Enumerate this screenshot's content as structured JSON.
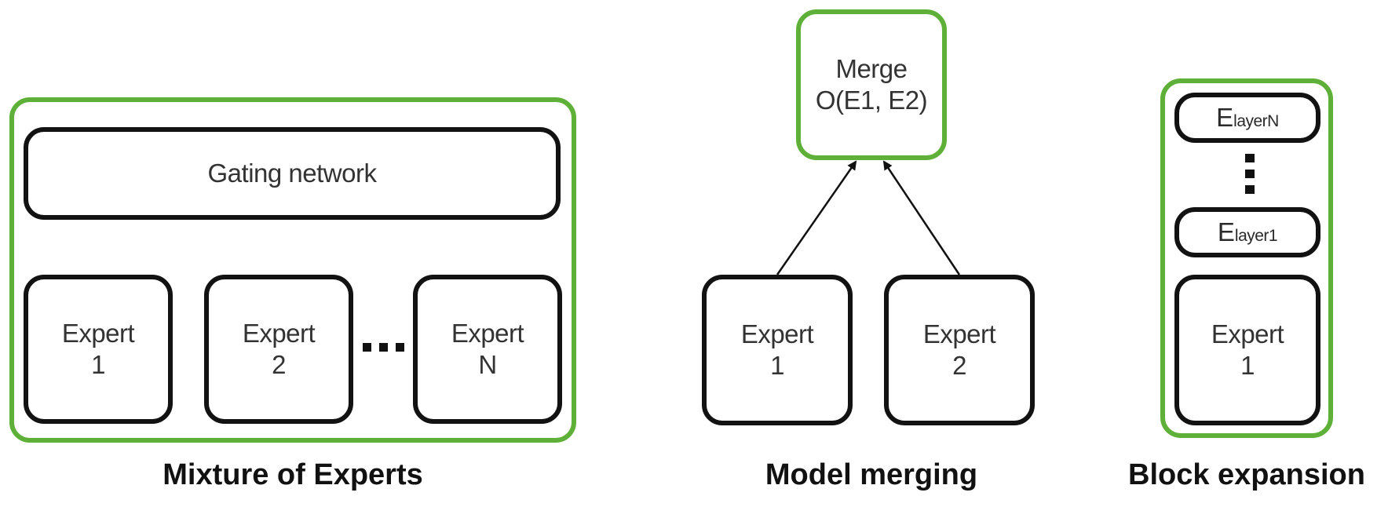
{
  "moe": {
    "caption": "Mixture of Experts",
    "gating_label": "Gating network",
    "experts": [
      {
        "line1": "Expert",
        "line2": "1"
      },
      {
        "line1": "Expert",
        "line2": "2"
      },
      {
        "line1": "Expert",
        "line2": "N"
      }
    ]
  },
  "merge": {
    "caption": "Model merging",
    "merge_line1": "Merge",
    "merge_line2": "O(E1, E2)",
    "experts": [
      {
        "line1": "Expert",
        "line2": "1"
      },
      {
        "line1": "Expert",
        "line2": "2"
      }
    ]
  },
  "block": {
    "caption": "Block expansion",
    "top_layer": {
      "main": "E",
      "sub": "layerN"
    },
    "bottom_layer": {
      "main": "E",
      "sub": "layer1"
    },
    "expert": {
      "line1": "Expert",
      "line2": "1"
    }
  },
  "colors": {
    "green_border": "#5fb038",
    "box_border": "#121212"
  }
}
